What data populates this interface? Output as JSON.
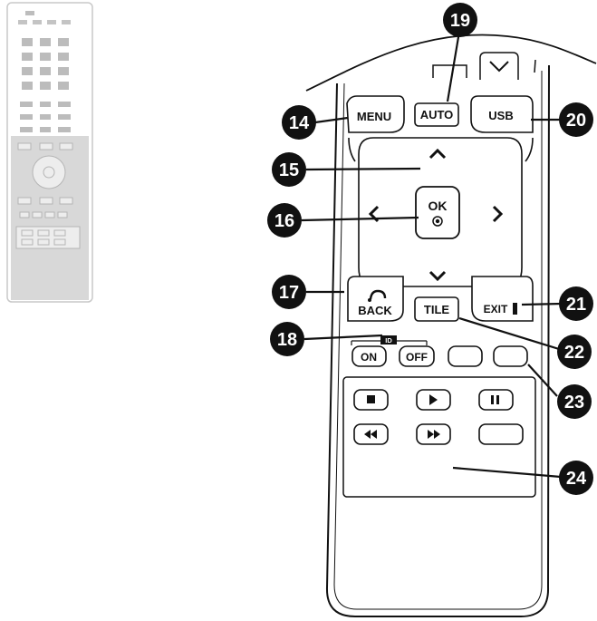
{
  "buttons": {
    "menu": "MENU",
    "auto": "AUTO",
    "usb": "USB",
    "ok": "OK",
    "back": "BACK",
    "tile": "TILE",
    "exit": "EXIT",
    "id_tag": "ID",
    "on": "ON",
    "off": "OFF"
  },
  "callouts": [
    "14",
    "15",
    "16",
    "17",
    "18",
    "19",
    "20",
    "21",
    "22",
    "23",
    "24"
  ],
  "colors": {
    "outline": "#111111",
    "callout_fill": "#111111",
    "thumb_fill": "#e9e9e9",
    "thumb_highlight": "#d2d2d2"
  }
}
